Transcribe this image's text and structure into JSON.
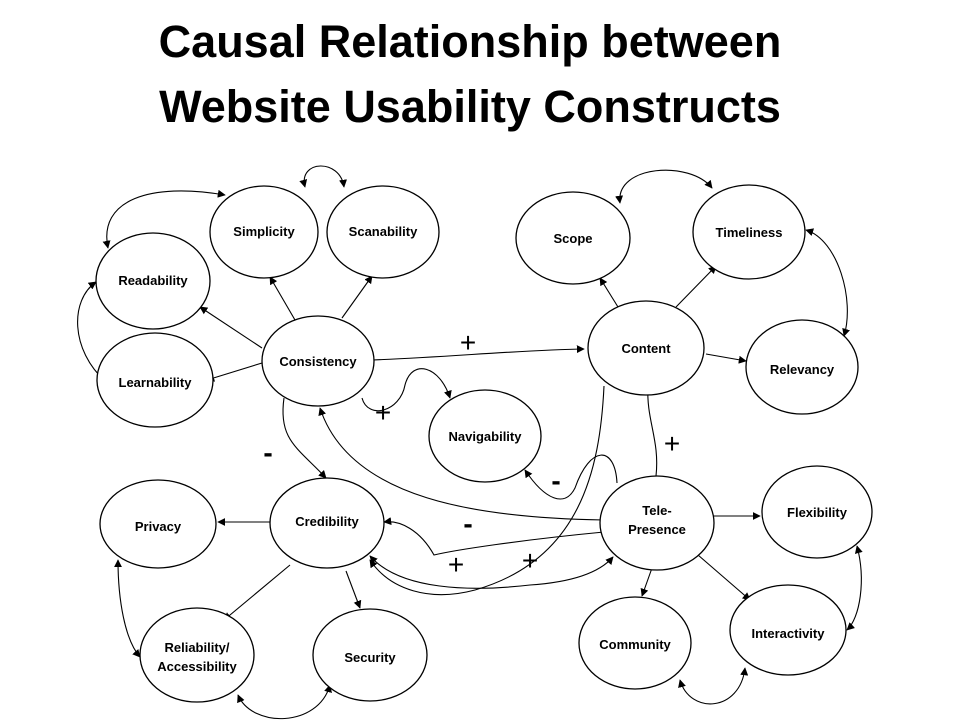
{
  "title": {
    "line1": "Causal Relationship between",
    "line2": "Website Usability Constructs"
  },
  "nodes": {
    "simplicity": "Simplicity",
    "scanability": "Scanability",
    "readability": "Readability",
    "learnability": "Learnability",
    "consistency": "Consistency",
    "navigability": "Navigability",
    "scope": "Scope",
    "timeliness": "Timeliness",
    "content": "Content",
    "relevancy": "Relevancy",
    "privacy": "Privacy",
    "credibility": "Credibility",
    "telepresence_1": "Tele-",
    "telepresence_2": "Presence",
    "flexibility": "Flexibility",
    "reliability_1": "Reliability/",
    "reliability_2": "Accessibility",
    "security": "Security",
    "community": "Community",
    "interactivity": "Interactivity"
  },
  "signs": {
    "consistency_content": "+",
    "consistency_navigability": "+",
    "consistency_credibility": "-",
    "telepresence_content": "+",
    "telepresence_navigability": "-",
    "telepresence_consistency": "-",
    "credibility_telepresence": "+",
    "content_credibility": "+"
  }
}
